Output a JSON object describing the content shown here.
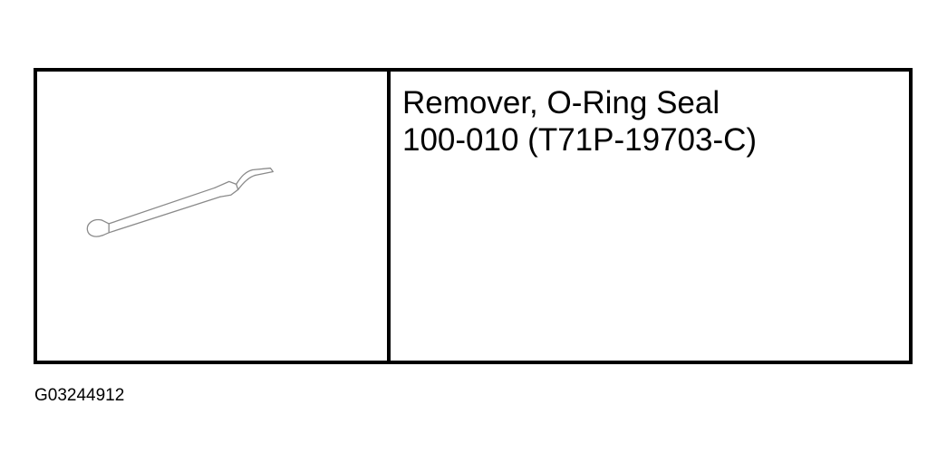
{
  "tool": {
    "name": "Remover, O-Ring Seal",
    "number": "100-010 (T71P-19703-C)",
    "icon": "o-ring-seal-remover-icon"
  },
  "figure": {
    "id": "G03244912"
  }
}
